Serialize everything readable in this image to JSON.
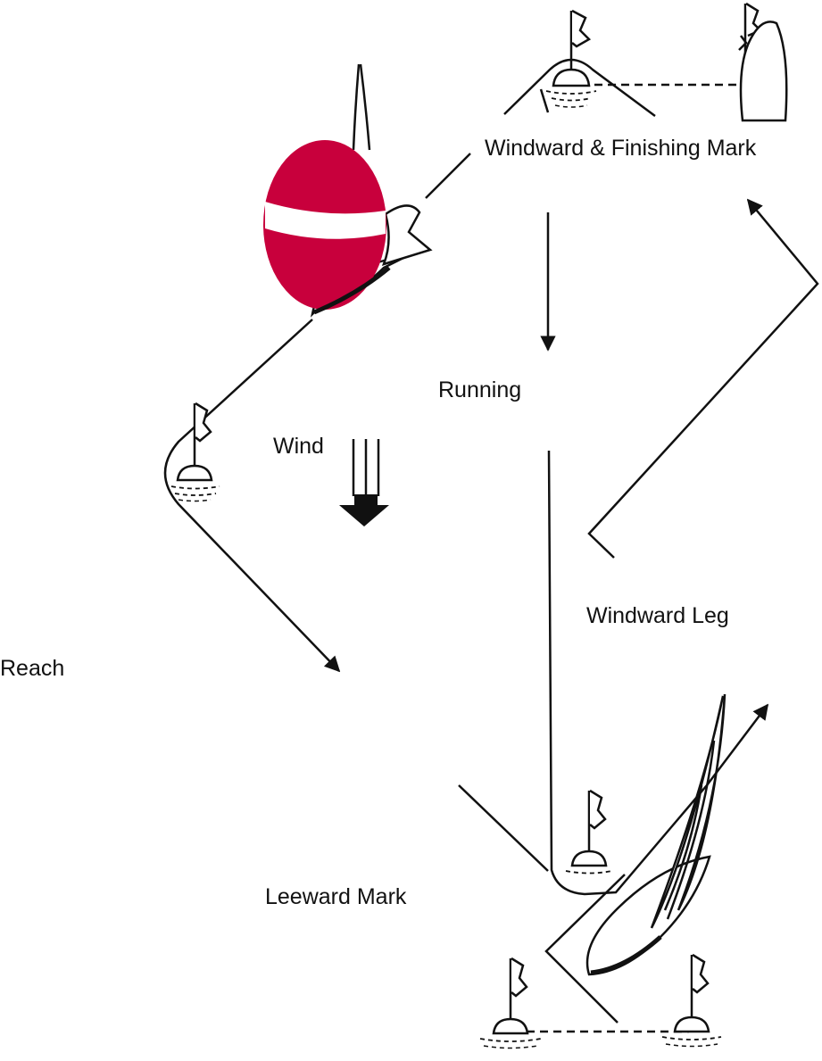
{
  "labels": {
    "windward_finishing_mark": "Windward & Finishing Mark",
    "running": "Running",
    "wind": "Wind",
    "windward_leg": "Windward Leg",
    "reach": "Reach",
    "leeward_mark": "Leeward Mark"
  },
  "colors": {
    "line": "#111111",
    "spinnaker": "#c8003c",
    "spinnaker_stripe": "#ffffff",
    "background": "#ffffff"
  },
  "icons": [
    "windward-mark-buoy-icon",
    "committee-boat-icon",
    "spinnaker-boat-icon",
    "reach-mark-buoy-icon",
    "wind-arrow-icon",
    "leeward-mark-buoy-icon",
    "start-line-buoy-left-icon",
    "start-line-buoy-right-icon",
    "upwind-boat-icon"
  ]
}
